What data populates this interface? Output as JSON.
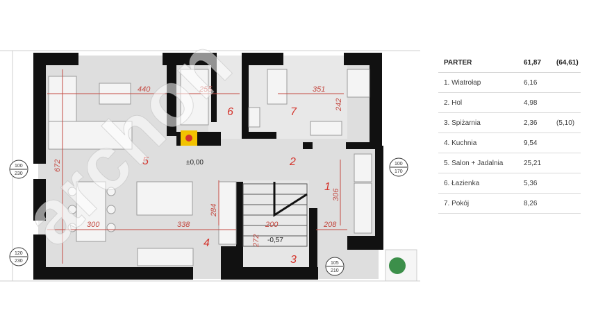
{
  "table": {
    "header": {
      "name": "PARTER",
      "area": "61,87",
      "area_alt": "(64,61)"
    },
    "rows": [
      {
        "name": "1. Wiatrołap",
        "area": "6,16",
        "area_alt": ""
      },
      {
        "name": "2. Hol",
        "area": "4,98",
        "area_alt": ""
      },
      {
        "name": "3. Spiżarnia",
        "area": "2,36",
        "area_alt": "(5,10)"
      },
      {
        "name": "4. Kuchnia",
        "area": "9,54",
        "area_alt": ""
      },
      {
        "name": "5. Salon + Jadalnia",
        "area": "25,21",
        "area_alt": ""
      },
      {
        "name": "6. Łazienka",
        "area": "5,36",
        "area_alt": ""
      },
      {
        "name": "7. Pokój",
        "area": "8,26",
        "area_alt": ""
      }
    ]
  },
  "plan": {
    "rooms": {
      "r1": "1",
      "r2": "2",
      "r3": "3",
      "r4": "4",
      "r5": "5",
      "r6": "6",
      "r7": "7"
    },
    "dims": {
      "d440": "440",
      "d255": "255",
      "d351": "351",
      "d242": "242",
      "d672": "672",
      "d300": "300",
      "d338": "338",
      "d284": "284",
      "d200": "200",
      "d208": "208",
      "d306": "306",
      "d272": "272"
    },
    "levels": {
      "ground": "±0,00",
      "lower": "-0,57"
    },
    "windows": {
      "w1_top": "100",
      "w1_bot": "230",
      "w2_top": "120",
      "w2_bot": "230",
      "w3_top": "100",
      "w3_bot": "170",
      "w4_top": "105",
      "w4_bot": "210"
    },
    "watermark": "archon"
  },
  "colors": {
    "wall": "#111111",
    "floor": "#dcdcdc",
    "dimension": "#c44a42",
    "room_number": "#d4342c"
  }
}
